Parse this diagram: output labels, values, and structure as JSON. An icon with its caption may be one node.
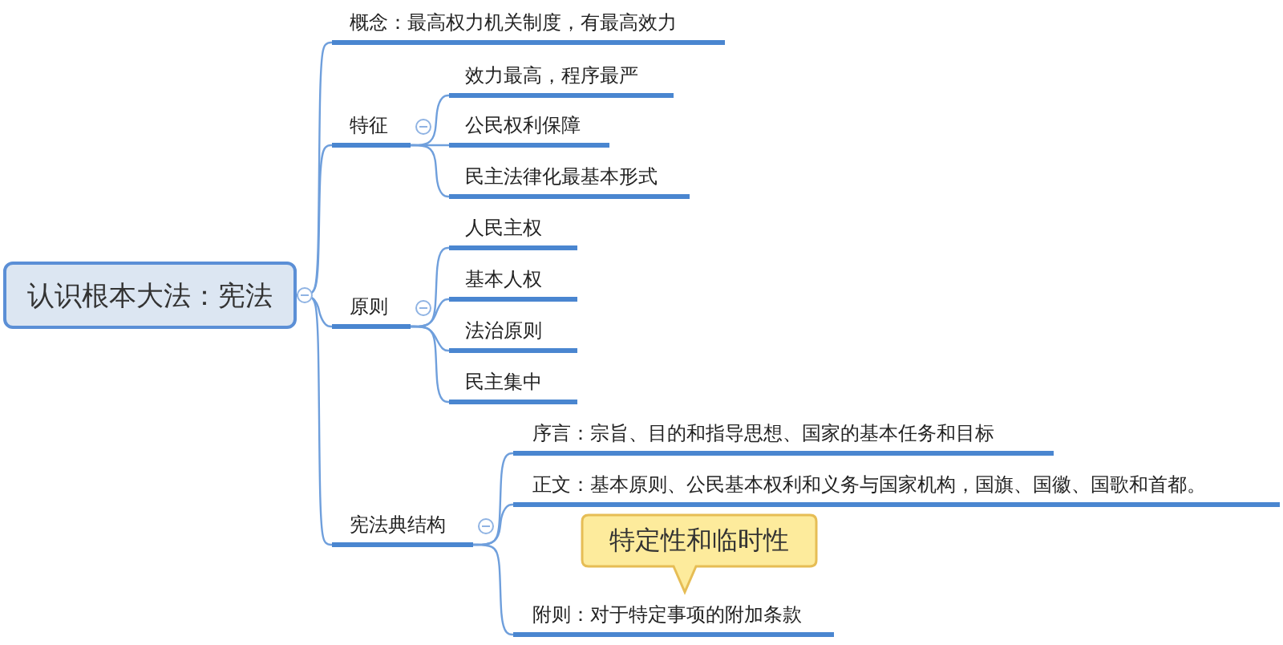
{
  "diagram": {
    "nodes": [
      {
        "text": [
          "认识根本大法：宪法"
        ]
      },
      {
        "text": [
          "概念：最高权力机关制度，有最高效力"
        ]
      },
      {
        "text": [
          "特征"
        ]
      },
      {
        "text": [
          "效力最高，程序最严"
        ]
      },
      {
        "text": [
          "公民权利保障"
        ]
      },
      {
        "text": [
          "民主法律化最基本形式"
        ]
      },
      {
        "text": [
          "原则"
        ]
      },
      {
        "text": [
          "人民主权"
        ]
      },
      {
        "text": [
          "基本人权"
        ]
      },
      {
        "text": [
          "法治原则"
        ]
      },
      {
        "text": [
          "民主集中"
        ]
      },
      {
        "text": [
          "宪法典结构"
        ]
      },
      {
        "text": [
          "序言：宗旨、目的和指导思想、国家的基本任务和目标"
        ]
      },
      {
        "text": [
          "正文：基本原则、公民基本权利和义务与国家机构，国旗、国徽、国歌和首都。"
        ]
      },
      {
        "text": [
          "附则：对于特定事项的附加条款"
        ]
      },
      {
        "text": [
          "特定性和临时性"
        ]
      }
    ],
    "edges": [
      {
        "from": 0,
        "to": 1,
        "arrow": "none"
      },
      {
        "from": 0,
        "to": 2,
        "arrow": "none"
      },
      {
        "from": 0,
        "to": 6,
        "arrow": "none"
      },
      {
        "from": 0,
        "to": 11,
        "arrow": "none"
      },
      {
        "from": 2,
        "to": 3,
        "arrow": "none"
      },
      {
        "from": 2,
        "to": 4,
        "arrow": "none"
      },
      {
        "from": 2,
        "to": 5,
        "arrow": "none"
      },
      {
        "from": 6,
        "to": 7,
        "arrow": "none"
      },
      {
        "from": 6,
        "to": 8,
        "arrow": "none"
      },
      {
        "from": 6,
        "to": 9,
        "arrow": "none"
      },
      {
        "from": 6,
        "to": 10,
        "arrow": "none"
      },
      {
        "from": 11,
        "to": 12,
        "arrow": "none"
      },
      {
        "from": 11,
        "to": 13,
        "arrow": "none"
      },
      {
        "from": 11,
        "to": 14,
        "arrow": "none"
      }
    ]
  }
}
